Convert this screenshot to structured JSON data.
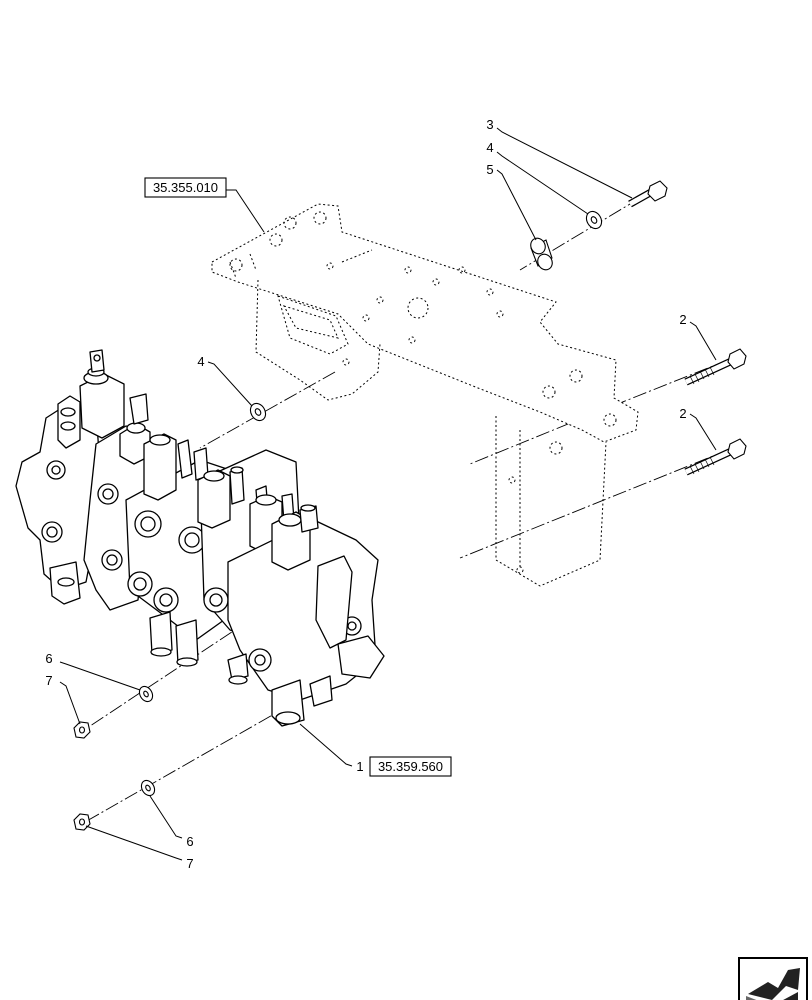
{
  "refs": {
    "bracket_ref": "35.355.010",
    "valve_ref": "35.359.560"
  },
  "callouts": {
    "n1": "1",
    "n2a": "2",
    "n2b": "2",
    "n3": "3",
    "n4a": "4",
    "n4b": "4",
    "n5": "5",
    "n6a": "6",
    "n6b": "6",
    "n7a": "7",
    "n7b": "7"
  },
  "icons": {
    "nav": "next-page-arrow-icon"
  }
}
